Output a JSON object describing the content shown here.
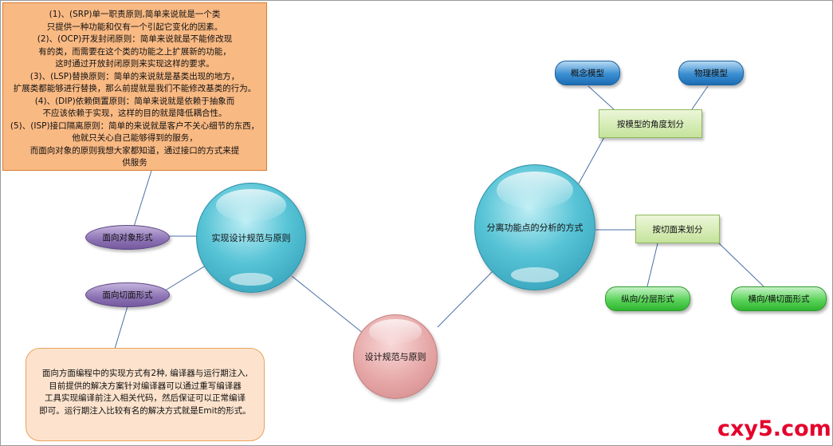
{
  "srp_box": {
    "lines": [
      "(1)、(SRP)单一职责原则,简单来说就是一个类",
      "只提供一种功能和仅有一个引起它变化的因素。",
      "(2)、(OCP)开发封闭原则：简单来说就是不能修改现",
      "有的类，而需要在这个类的功能之上扩展新的功能，",
      "这时通过开放封闭原则来实现这样的要求。",
      "(3)、(LSP)替换原则：简单的来说就是基类出现的地方，",
      "扩展类都能够进行替换，那么前提就是我们不能修改基类的行为。",
      "(4)、(DIP)依赖倒置原则：简单来说就是依赖于抽象而",
      "不应该依赖于实现，这样的目的就是降低耦合性。",
      "(5)、(ISP)接口隔离原则：简单的来说就是客户不关心细节的东西，",
      "他就只关心自己能够得到的服务，",
      "而面向对象的原则我想大家都知道，通过接口的方式来提",
      "供服务"
    ]
  },
  "aop_box": {
    "lines": [
      "面向方面编程中的实现方式有2种, 编译器与运行期注入,",
      "目前提供的解决方案针对编译器可以通过重写编译器",
      "工具实现编译前注入相关代码，然后保证可以正常编译",
      "即可。运行期注入比较有名的解决方式就是Emit的形式。"
    ]
  },
  "nodes": {
    "center": "设计规范与原则",
    "left_circle": "实现设计规范与原则",
    "right_circle": "分离功能点的分析的方式",
    "oop": "面向对象形式",
    "aop": "面向切面形式",
    "by_model": "按模型的角度划分",
    "concept_model": "概念模型",
    "physical_model": "物理模型",
    "by_aspect": "按切面来划分",
    "vertical": "纵向/分层形式",
    "horizontal": "横向/横切面形式"
  },
  "colors": {
    "orange_box": "#f9b983",
    "note_box": "#fde3cd",
    "circle_blue": "#58c4d6",
    "circle_pink": "#e6a6a6",
    "ellipse_purple": "#8c72b4",
    "pill_blue": "#3a8ed1",
    "pill_green": "#5bd35b",
    "rect_green": "#c5e39b",
    "connector": "#4a6fa5",
    "watermark": "#e4002b"
  },
  "watermark": "cxy5.com"
}
